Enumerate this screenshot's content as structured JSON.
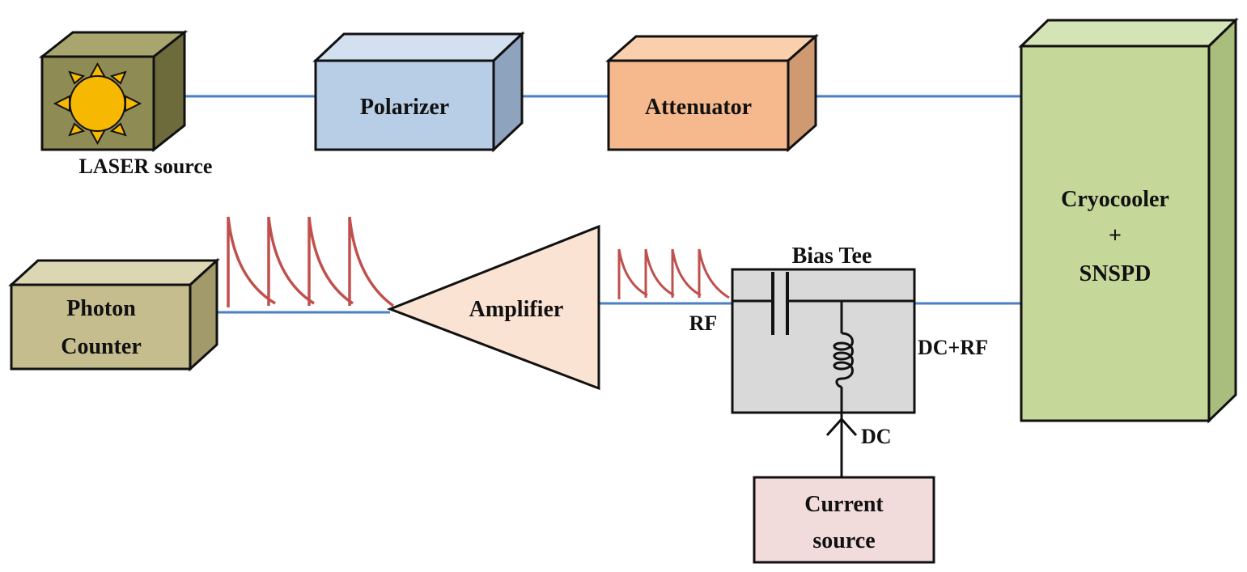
{
  "labels": {
    "laser": "LASER source",
    "polarizer": "Polarizer",
    "attenuator": "Attenuator",
    "cryo_line1": "Cryocooler",
    "cryo_line2": "+",
    "cryo_line3": "SNSPD",
    "counter_line1": "Photon",
    "counter_line2": "Counter",
    "amplifier": "Amplifier",
    "bias_tee": "Bias Tee",
    "rf": "RF",
    "dc_rf": "DC+RF",
    "dc": "DC",
    "current_line1": "Current",
    "current_line2": "source"
  },
  "colors": {
    "line": "#4a7fc6",
    "pulse": "#c0504d",
    "laser_box": "#8e8b54",
    "sun": "#f6b800",
    "polarizer": "#b8cde6",
    "attenuator": "#f5b98d",
    "cryo": "#c5d89a",
    "counter": "#c6bd8f",
    "amplifier": "#fbe3d4",
    "bias_tee": "#d9d9d9",
    "current_source": "#f2dcdb"
  },
  "icons": {
    "sun": "sun-icon",
    "capacitor": "capacitor-icon",
    "inductor": "inductor-icon",
    "arrow": "arrow-up-icon"
  }
}
